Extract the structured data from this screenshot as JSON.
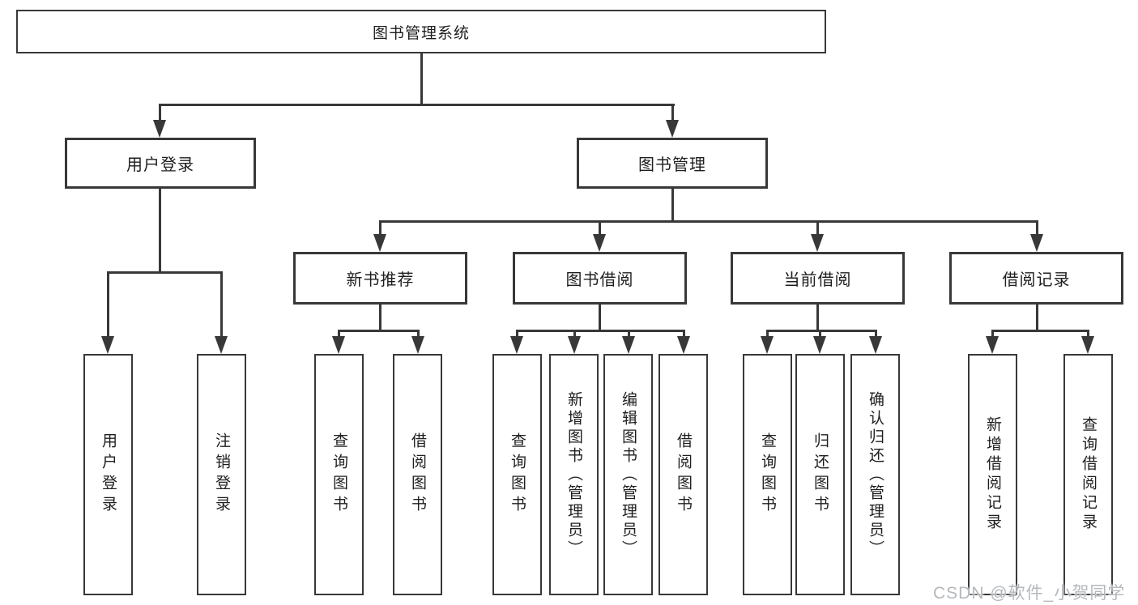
{
  "nodes": {
    "root": "图书管理系统",
    "level2": [
      "用户登录",
      "图书管理"
    ],
    "level3": [
      "新书推荐",
      "图书借阅",
      "当前借阅",
      "借阅记录"
    ],
    "leaves_user": [
      "用户登录",
      "注销登录"
    ],
    "leaves_recommend": [
      "查询图书",
      "借阅图书"
    ],
    "leaves_borrow": [
      "查询图书",
      "新增图书（管理员）",
      "编辑图书（管理员）",
      "借阅图书"
    ],
    "leaves_current": [
      "查询图书",
      "归还图书",
      "确认归还（管理员）"
    ],
    "leaves_records": [
      "新增借阅记录",
      "查询借阅记录"
    ]
  },
  "watermark": "CSDN @软件_小贺同学",
  "colors": {
    "line": "#383838",
    "box_border": "#383838",
    "box_fill": "#ffffff",
    "text": "#1e1e1e",
    "watermark": "#b5b9bd",
    "background": "#ffffff"
  }
}
